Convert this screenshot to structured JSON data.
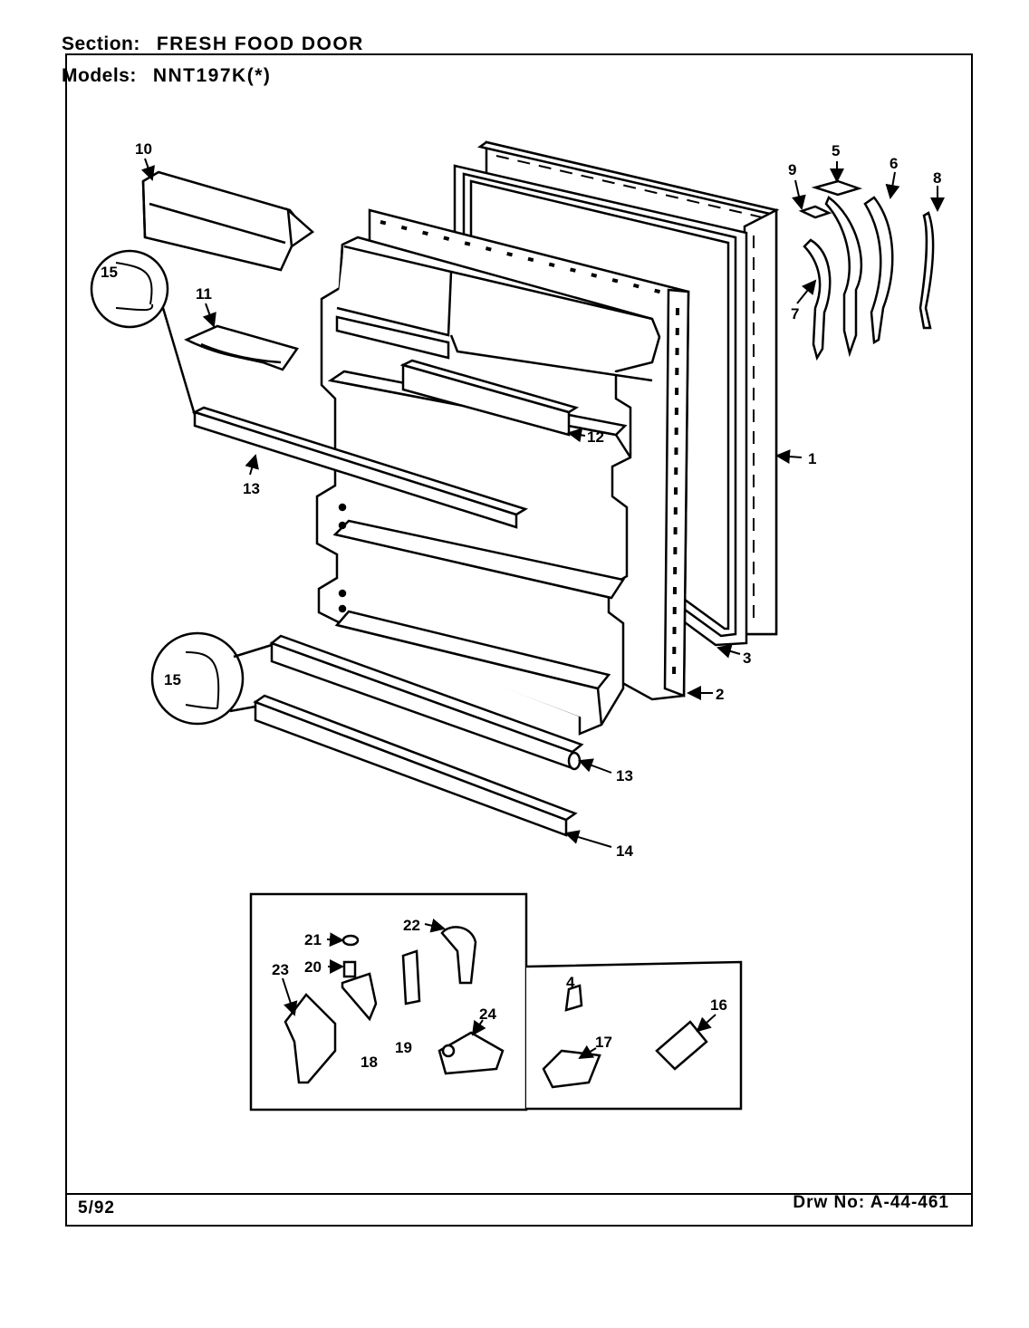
{
  "header": {
    "section_label": "Section:",
    "section_value": "FRESH FOOD DOOR",
    "models_label": "Models:",
    "models_value": "NNT197K(*)"
  },
  "footer": {
    "date": "5/92",
    "drawing_number": "Drw No: A-44-461"
  },
  "callouts": {
    "c1": "1",
    "c2": "2",
    "c3": "3",
    "c4": "4",
    "c5": "5",
    "c6": "6",
    "c7": "7",
    "c8": "8",
    "c9": "9",
    "c10": "10",
    "c11": "11",
    "c12": "12",
    "c13a": "13",
    "c13b": "13",
    "c14": "14",
    "c15a": "15",
    "c15b": "15",
    "c16": "16",
    "c17": "17",
    "c18": "18",
    "c19": "19",
    "c20": "20",
    "c21": "21",
    "c22": "22",
    "c23": "23",
    "c24": "24"
  }
}
